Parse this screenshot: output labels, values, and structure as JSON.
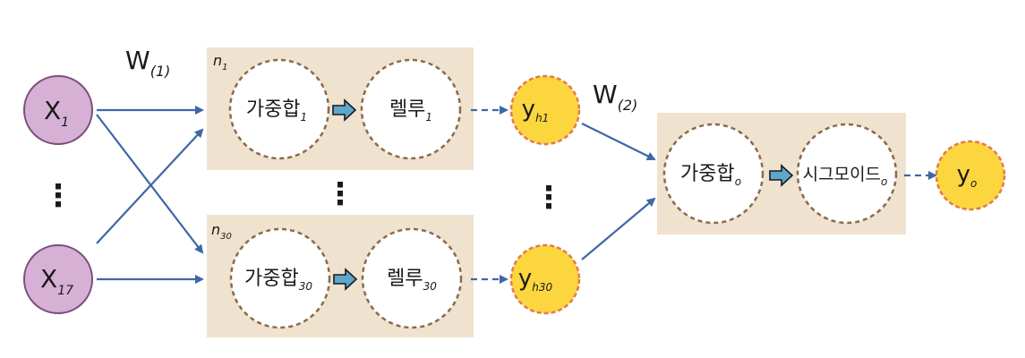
{
  "colors": {
    "input_node": "#d7b0d6",
    "input_node_border": "#7a4e7a",
    "hidden_output_node": "#fcd63f",
    "hidden_output_border": "#e37a4c",
    "box_fill": "#efe2cf",
    "inner_circle_fill": "#ffffff",
    "inner_circle_border": "#8a6a4a",
    "edge": "#3f66a8",
    "inner_arrow": "#5ea6cc"
  },
  "labels": {
    "weight_1": {
      "base": "W",
      "sub": "(1)"
    },
    "weight_2": {
      "base": "W",
      "sub": "(2)"
    }
  },
  "inputs": {
    "first": {
      "base": "X",
      "sub": "1"
    },
    "last": {
      "base": "X",
      "sub": "17"
    }
  },
  "hidden_units": {
    "first": {
      "tag": {
        "base": "n",
        "sub": "1"
      },
      "sum": {
        "base": "가중합",
        "sub": "1"
      },
      "act": {
        "base": "렐루",
        "sub": "1"
      },
      "out": {
        "base": "y",
        "sub": "h1"
      }
    },
    "last": {
      "tag": {
        "base": "n",
        "sub": "30"
      },
      "sum": {
        "base": "가중합",
        "sub": "30"
      },
      "act": {
        "base": "렐루",
        "sub": "30"
      },
      "out": {
        "base": "y",
        "sub": "h30"
      }
    }
  },
  "output_unit": {
    "sum": {
      "base": "가중합",
      "sub": "o"
    },
    "act": {
      "base": "시그모이드",
      "sub": "o"
    },
    "out": {
      "base": "y",
      "sub": "o"
    }
  },
  "ellipsis": "⋮"
}
